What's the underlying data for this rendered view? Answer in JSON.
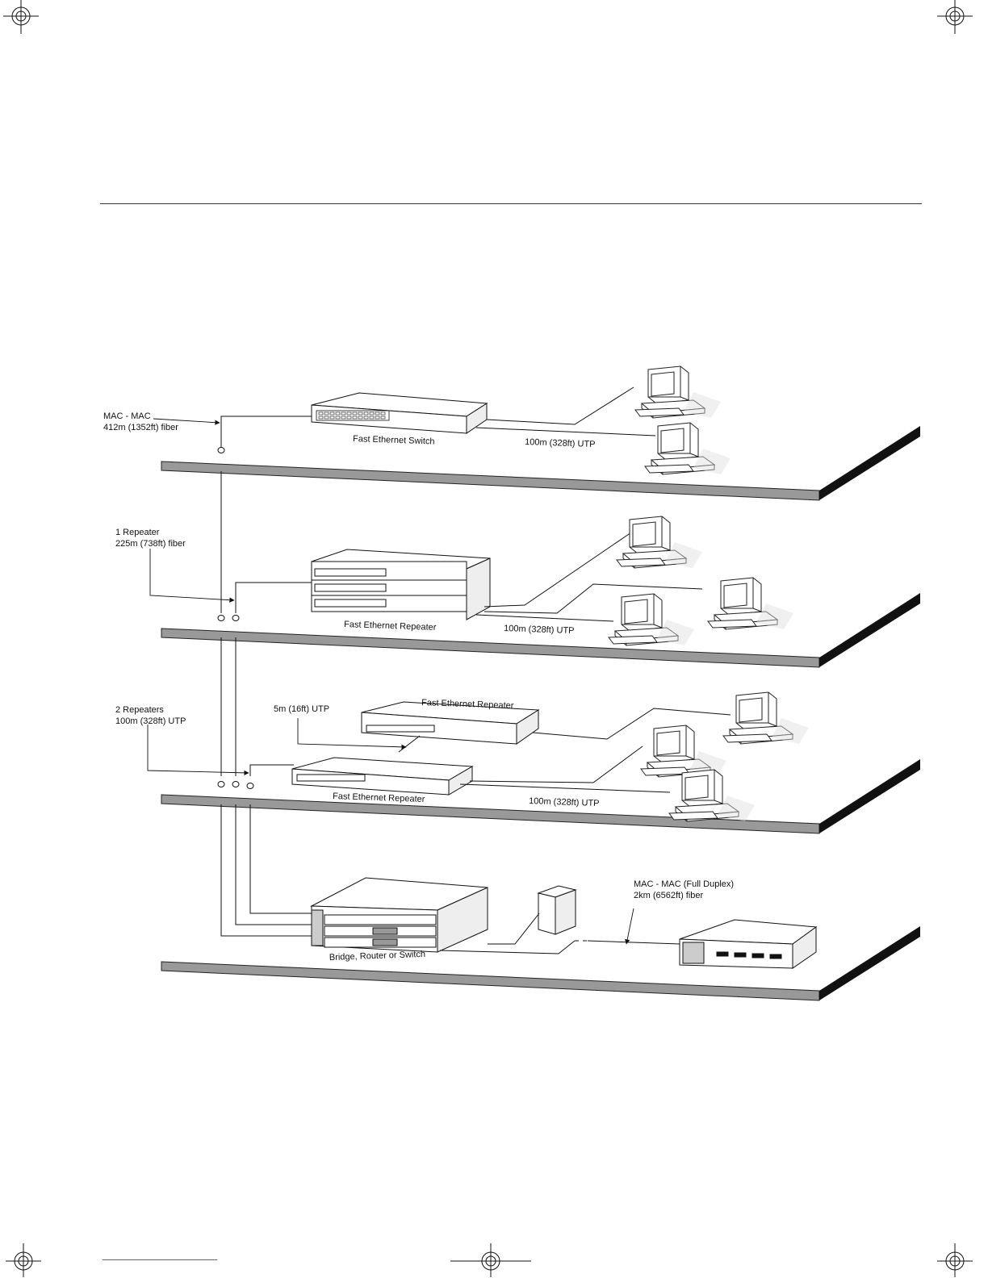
{
  "floor1": {
    "backbone_label_line1": "MAC - MAC",
    "backbone_label_line2": "412m (1352ft) fiber",
    "device_label": "Fast Ethernet Switch",
    "utp_label": "100m (328ft) UTP"
  },
  "floor2": {
    "backbone_label_line1": "1 Repeater",
    "backbone_label_line2": "225m (738ft) fiber",
    "device_label": "Fast Ethernet Repeater",
    "utp_label": "100m (328ft) UTP"
  },
  "floor3": {
    "backbone_label_line1": "2 Repeaters",
    "backbone_label_line2": "100m (328ft) UTP",
    "link_label": "5m (16ft) UTP",
    "upper_device_label": "Fast Ethernet Repeater",
    "lower_device_label": "Fast Ethernet Repeater",
    "utp_label": "100m (328ft) UTP"
  },
  "floor4": {
    "device_label": "Bridge, Router or Switch",
    "wan_label_line1": "MAC - MAC (Full Duplex)",
    "wan_label_line2": "2km (6562ft) fiber"
  }
}
